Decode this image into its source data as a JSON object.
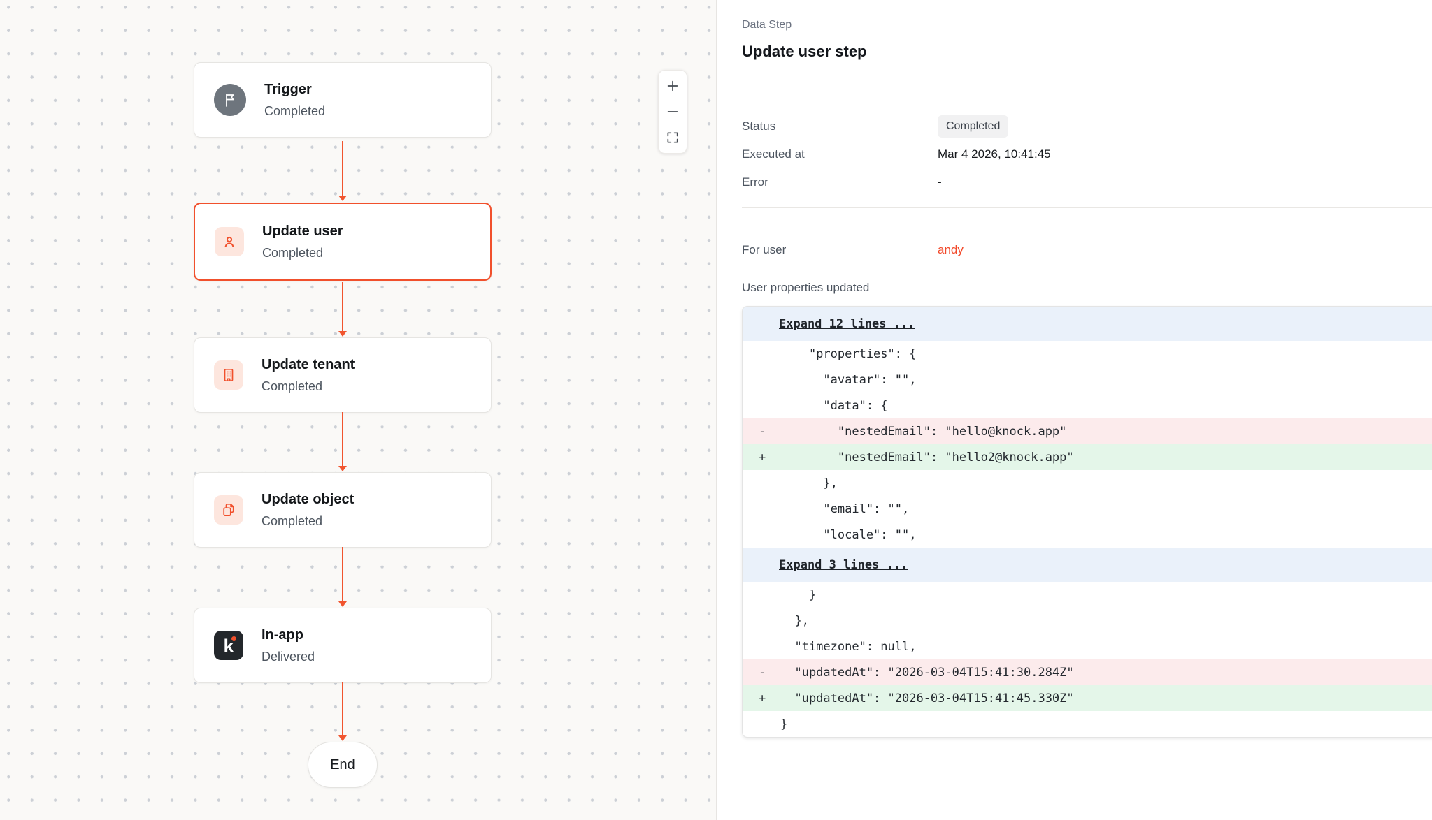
{
  "colors": {
    "accent_red": "#f1502c",
    "node_icon_bg": "#fde6de",
    "trigger_gray": "#6e757d",
    "diff_del_bg": "#fcebec",
    "diff_add_bg": "#e4f6e9",
    "diff_expand_bg": "#eaf1fa",
    "badge_bg": "#f1f1f2",
    "canvas_bg": "#faf9f7"
  },
  "canvas": {
    "nodes": [
      {
        "title": "Trigger",
        "subtitle": "Completed",
        "icon": "flag-icon"
      },
      {
        "title": "Update user",
        "subtitle": "Completed",
        "icon": "user-icon",
        "selected": true
      },
      {
        "title": "Update tenant",
        "subtitle": "Completed",
        "icon": "building-icon"
      },
      {
        "title": "Update object",
        "subtitle": "Completed",
        "icon": "copy-icon"
      },
      {
        "title": "In-app",
        "subtitle": "Delivered",
        "icon": "knock-logo"
      }
    ],
    "end_label": "End",
    "knock_letter": "k"
  },
  "panel": {
    "kicker": "Data Step",
    "title": "Update user step",
    "meta": [
      {
        "label": "Status",
        "value": "Completed"
      },
      {
        "label": "Executed at",
        "value": "Mar 4 2026, 10:41:45"
      },
      {
        "label": "Error",
        "value": "-"
      }
    ],
    "for_user": {
      "label": "For user",
      "value": "andy"
    },
    "diff_title": "User properties updated",
    "diff": {
      "rows": [
        {
          "type": "expand",
          "sign": "",
          "text": "Expand 12 lines ..."
        },
        {
          "type": "ctx",
          "sign": "",
          "text": "    \"properties\": {"
        },
        {
          "type": "ctx",
          "sign": "",
          "text": "      \"avatar\": \"\","
        },
        {
          "type": "ctx",
          "sign": "",
          "text": "      \"data\": {"
        },
        {
          "type": "del",
          "sign": "-",
          "text": "        \"nestedEmail\": \"hello@knock.app\""
        },
        {
          "type": "add",
          "sign": "+",
          "text": "        \"nestedEmail\": \"hello2@knock.app\""
        },
        {
          "type": "ctx",
          "sign": "",
          "text": "      },"
        },
        {
          "type": "ctx",
          "sign": "",
          "text": "      \"email\": \"\","
        },
        {
          "type": "ctx",
          "sign": "",
          "text": "      \"locale\": \"\","
        },
        {
          "type": "expand",
          "sign": "",
          "text": "Expand 3 lines ..."
        },
        {
          "type": "ctx",
          "sign": "",
          "text": "    }"
        },
        {
          "type": "ctx",
          "sign": "",
          "text": "  },"
        },
        {
          "type": "ctx",
          "sign": "",
          "text": "  \"timezone\": null,"
        },
        {
          "type": "del",
          "sign": "-",
          "text": "  \"updatedAt\": \"2026-03-04T15:41:30.284Z\""
        },
        {
          "type": "add",
          "sign": "+",
          "text": "  \"updatedAt\": \"2026-03-04T15:41:45.330Z\""
        },
        {
          "type": "ctx",
          "sign": "",
          "text": "}"
        }
      ]
    }
  }
}
